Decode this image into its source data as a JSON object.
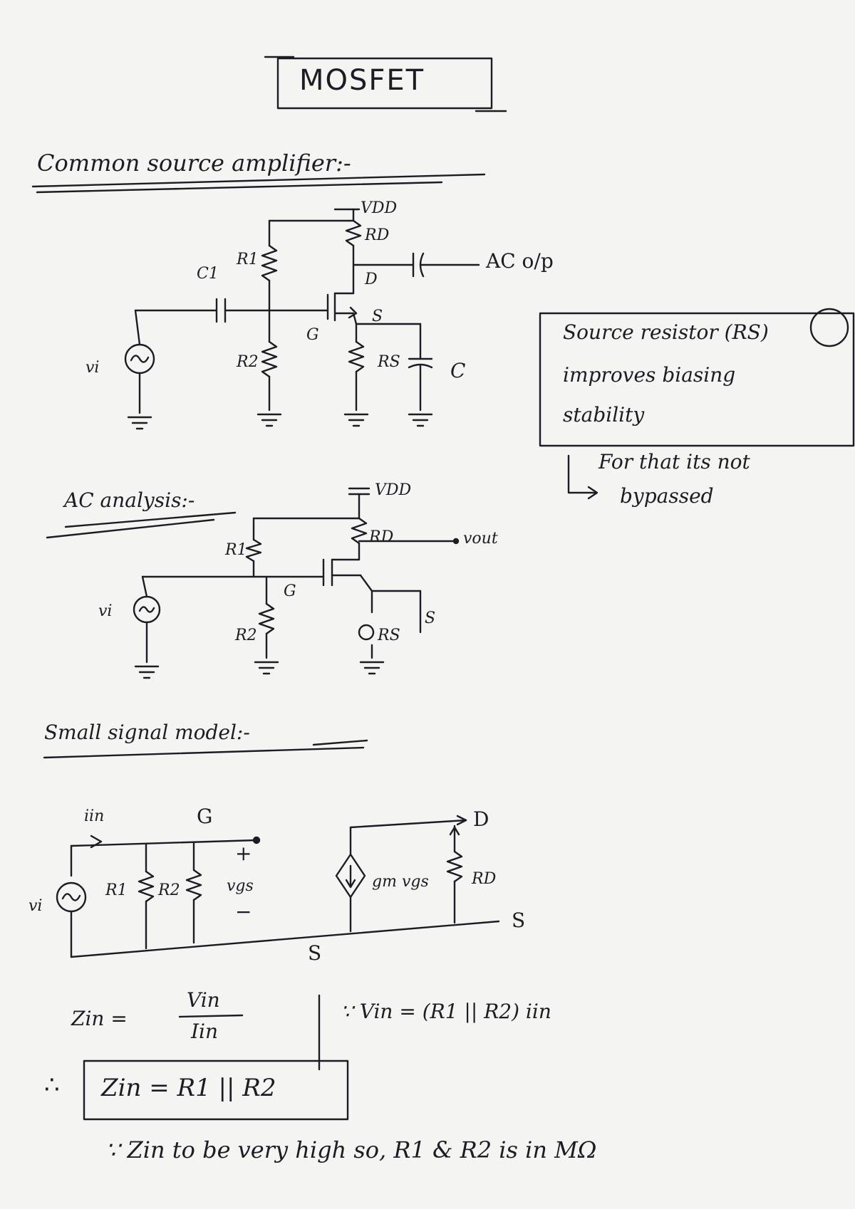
{
  "title": "MOSFET",
  "sections": {
    "cs_heading": "Common source amplifier:-",
    "ac_heading": "AC analysis:-",
    "ssm_heading": "Small signal model:-"
  },
  "cs_circuit": {
    "vdd": "VDD",
    "rd": "RD",
    "r1": "R1",
    "r2": "R2",
    "c1": "C1",
    "vi": "vi",
    "gate": "G",
    "drain": "D",
    "source": "S",
    "rs": "RS",
    "c": "C",
    "ac_out": "AC o/p"
  },
  "note": {
    "line1": "Source resistor (RS)",
    "line2": "improves biasing",
    "line3": "stability",
    "arrow_line1": "For that its not",
    "arrow_line2": "bypassed"
  },
  "ac_circuit": {
    "vdd": "VDD",
    "rd": "RD",
    "r1": "R1",
    "r2": "R2",
    "vi": "vi",
    "gate": "G",
    "source": "S",
    "rs": "RS",
    "vout": "vout"
  },
  "ssm": {
    "iin": "iin",
    "gate": "G",
    "r1": "R1",
    "r2": "R2",
    "vi": "vi",
    "plus": "+",
    "vgs": "vgs",
    "minus": "−",
    "drain": "D",
    "gm": "gm vgs",
    "rd": "RD",
    "source_right": "S",
    "source_bottom": "S"
  },
  "equations": {
    "zin_lhs": "Zin =",
    "frac_num": "Vin",
    "frac_den": "Iin",
    "because": "∵ Vin = (R1 || R2) iin",
    "therefore": "∴",
    "boxed": "Zin = R1 || R2",
    "final": "∵ Zin to be very high so, R1 & R2 is in MΩ"
  }
}
